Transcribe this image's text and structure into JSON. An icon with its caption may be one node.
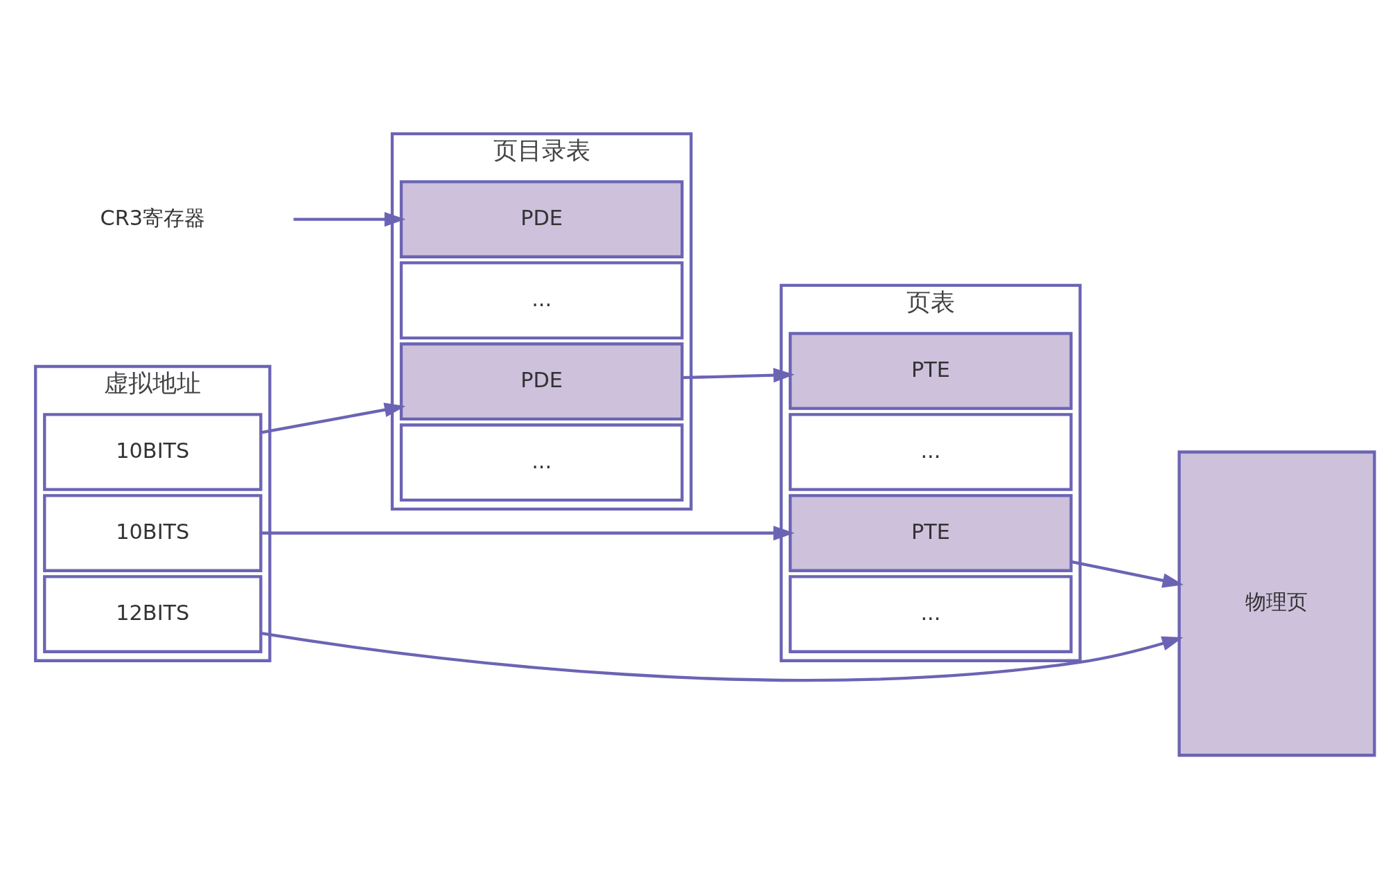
{
  "diagram": {
    "nodes": [
      {
        "text": [
          "CR3寄存器"
        ]
      },
      {
        "text": [
          "页目录表"
        ]
      },
      {
        "text": [
          "PDE"
        ],
        "in": 1
      },
      {
        "text": [
          "..."
        ],
        "in": 1
      },
      {
        "text": [
          "PDE"
        ],
        "in": 1
      },
      {
        "text": [
          "..."
        ],
        "in": 1
      },
      {
        "text": [
          "页表"
        ]
      },
      {
        "text": [
          "PTE"
        ],
        "in": 6
      },
      {
        "text": [
          "..."
        ],
        "in": 6
      },
      {
        "text": [
          "PTE"
        ],
        "in": 6
      },
      {
        "text": [
          "..."
        ],
        "in": 6
      },
      {
        "text": [
          "物理页"
        ]
      },
      {
        "text": [
          "虚拟地址"
        ]
      },
      {
        "text": [
          "10BITS"
        ],
        "in": 12
      },
      {
        "text": [
          "10BITS"
        ],
        "in": 12
      },
      {
        "text": [
          "12BITS"
        ],
        "in": 12
      }
    ],
    "edges": [
      {
        "from": 0,
        "to": 2,
        "arrow": "to"
      },
      {
        "from": 13,
        "to": 4,
        "arrow": "to"
      },
      {
        "from": 4,
        "to": 7,
        "arrow": "to"
      },
      {
        "from": 14,
        "to": 9,
        "arrow": "to"
      },
      {
        "from": 9,
        "to": 11,
        "arrow": "to"
      },
      {
        "from": 15,
        "to": 11,
        "arrow": "to"
      }
    ]
  }
}
